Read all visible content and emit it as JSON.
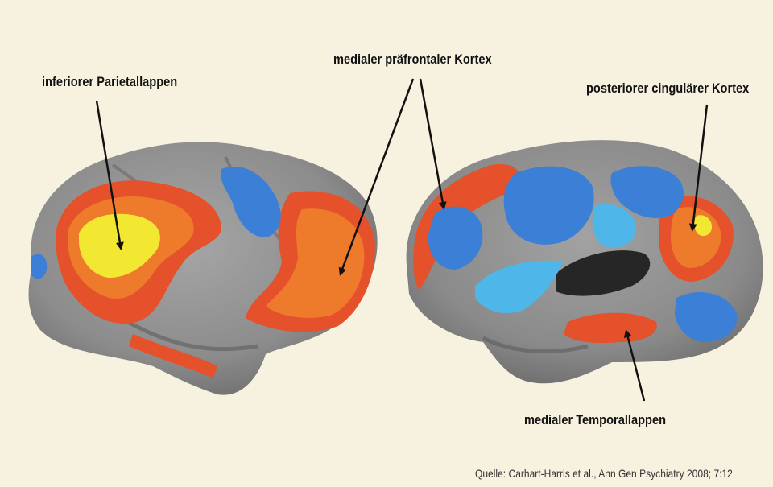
{
  "labels": {
    "inferior_parietal": "inferiorer Parietallappen",
    "medial_prefrontal": "medialer präfrontaler Kortex",
    "posterior_cingulate": "posteriorer cingulärer Kortex",
    "medial_temporal": "medialer Temporallappen"
  },
  "source": "Quelle: Carhart-Harris et al., Ann Gen Psychiatry 2008; 7:12",
  "colors": {
    "background": "#f7f1e0",
    "cortex": "#8e8e8e",
    "activation_yellow": "#f2e832",
    "activation_orange": "#ee6f2a",
    "activation_red": "#e4512a",
    "deactivation_blue": "#3c7fd6",
    "deactivation_light_blue": "#4fb6ea"
  }
}
